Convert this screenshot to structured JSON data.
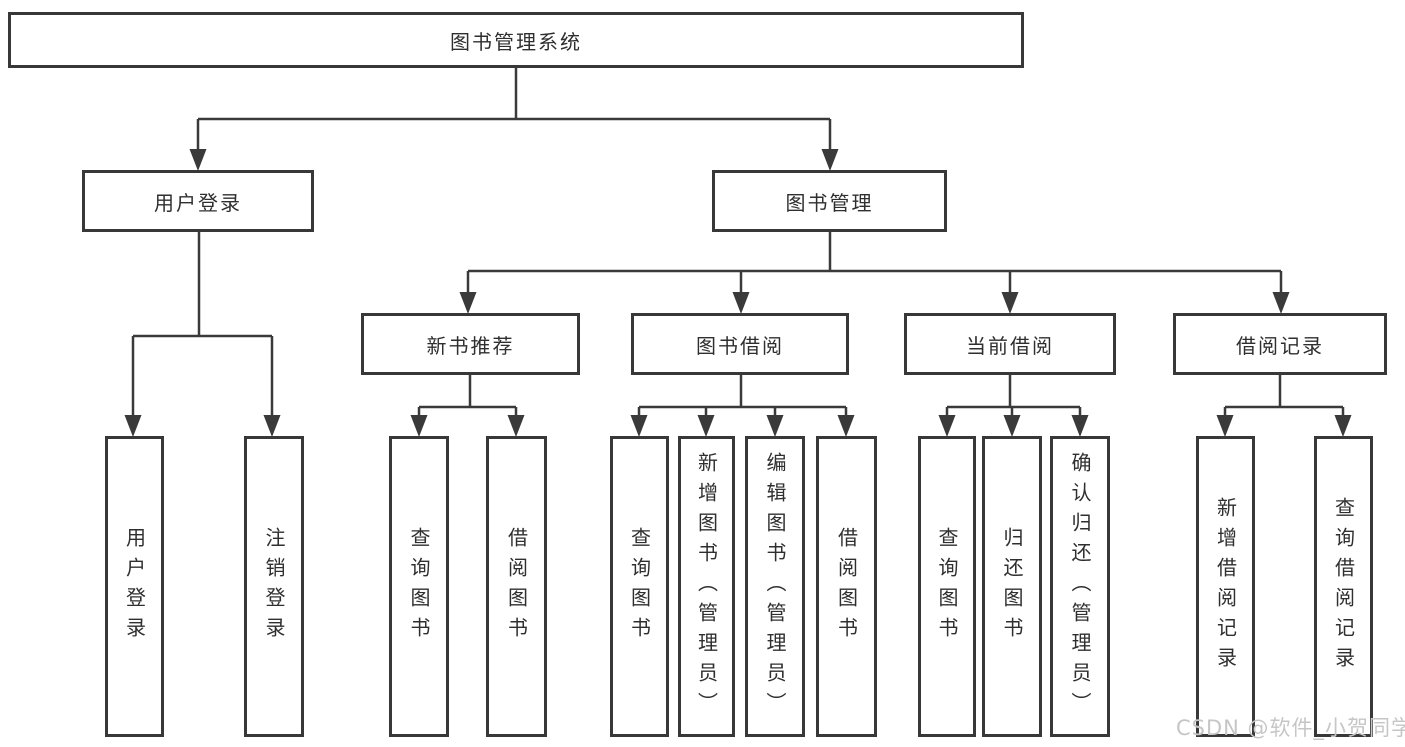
{
  "diagram": {
    "tree": {
      "root": {
        "label": "图书管理系统",
        "children": [
          {
            "label": "用户登录",
            "children": [
              {
                "label": "用户登录"
              },
              {
                "label": "注销登录"
              }
            ]
          },
          {
            "label": "图书管理",
            "children": [
              {
                "label": "新书推荐",
                "children": [
                  {
                    "label": "查询图书"
                  },
                  {
                    "label": "借阅图书"
                  }
                ]
              },
              {
                "label": "图书借阅",
                "children": [
                  {
                    "label": "查询图书"
                  },
                  {
                    "label": "新增图书（管理员）"
                  },
                  {
                    "label": "编辑图书（管理员）"
                  },
                  {
                    "label": "借阅图书"
                  }
                ]
              },
              {
                "label": "当前借阅",
                "children": [
                  {
                    "label": "查询图书"
                  },
                  {
                    "label": "归还图书"
                  },
                  {
                    "label": "确认归还（管理员）"
                  }
                ]
              },
              {
                "label": "借阅记录",
                "children": [
                  {
                    "label": "新增借阅记录"
                  },
                  {
                    "label": "查询借阅记录"
                  }
                ]
              }
            ]
          }
        ]
      }
    },
    "colors": {
      "box_border": "#383838",
      "line": "#3a3a3a",
      "text": "#2f2f2f",
      "watermark": "#c6c6c6",
      "background": "#ffffff"
    }
  },
  "watermark": {
    "text": "CSDN @软件_小贺同学"
  }
}
